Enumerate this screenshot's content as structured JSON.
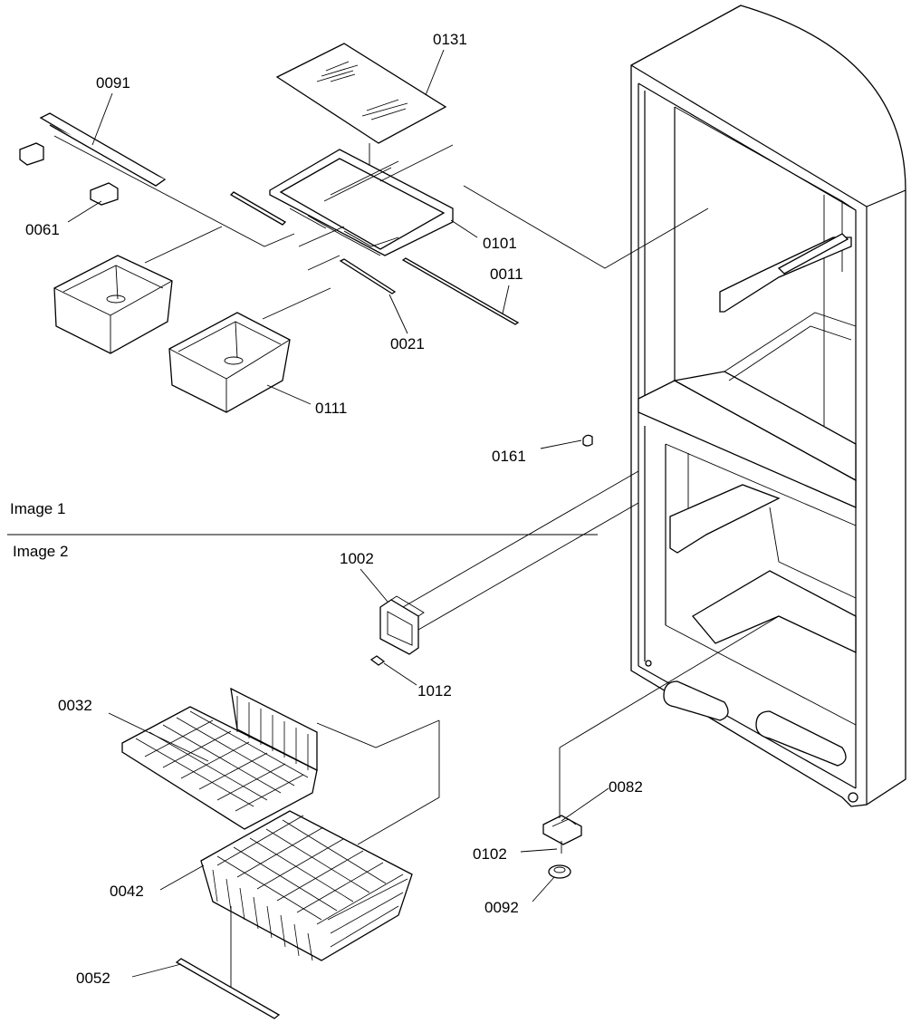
{
  "sections": {
    "image1": "Image 1",
    "image2": "Image 2"
  },
  "callouts": [
    {
      "id": "p0131",
      "text": "0131"
    },
    {
      "id": "p0091",
      "text": "0091"
    },
    {
      "id": "p0061",
      "text": "0061"
    },
    {
      "id": "p0101",
      "text": "0101"
    },
    {
      "id": "p0011",
      "text": "0011"
    },
    {
      "id": "p0021",
      "text": "0021"
    },
    {
      "id": "p0111",
      "text": "0111"
    },
    {
      "id": "p0161",
      "text": "0161"
    },
    {
      "id": "p1002",
      "text": "1002"
    },
    {
      "id": "p1012",
      "text": "1012"
    },
    {
      "id": "p0032",
      "text": "0032"
    },
    {
      "id": "p0082",
      "text": "0082"
    },
    {
      "id": "p0102",
      "text": "0102"
    },
    {
      "id": "p0042",
      "text": "0042"
    },
    {
      "id": "p0092",
      "text": "0092"
    },
    {
      "id": "p0052",
      "text": "0052"
    }
  ]
}
